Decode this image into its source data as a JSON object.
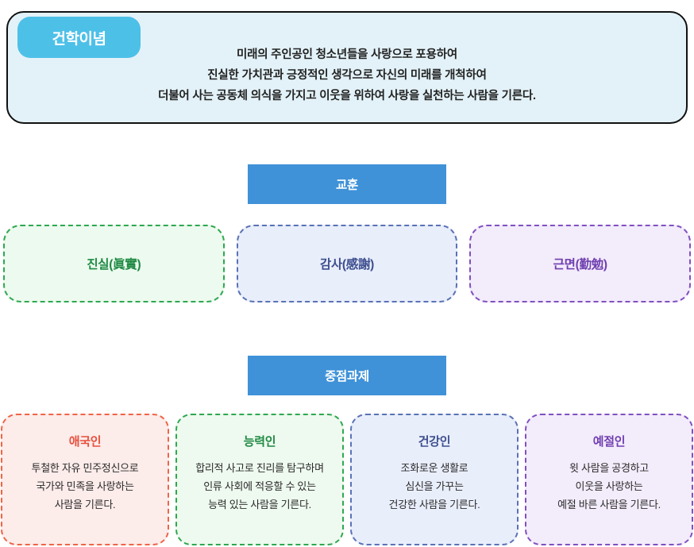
{
  "philosophy": {
    "badge_label": "건학이념",
    "lines": [
      "미래의 주인공인 청소년들을 사랑으로 포용하여",
      "진실한 가치관과 긍정적인 생각으로 자신의 미래를 개척하여",
      "더불어 사는 공동체 의식을 가지고 이웃을 위하여 사랑을 실천하는 사람을 기른다."
    ],
    "panel_bg": "#e3f2f8",
    "badge_bg": "#4dc0e8"
  },
  "motto": {
    "section_label": "교훈",
    "section_bg": "#3f92d8",
    "cards": [
      {
        "label": "진실(眞實)",
        "color": "#1f8a43",
        "border": "#2ea84f",
        "bg": "#edfaef"
      },
      {
        "label": "감사(感謝)",
        "color": "#3d4f8f",
        "border": "#5a72b5",
        "bg": "#e9eefb"
      },
      {
        "label": "근면(勤勉)",
        "color": "#6f3fb0",
        "border": "#8050c0",
        "bg": "#f3ecfb"
      }
    ]
  },
  "tasks": {
    "section_label": "중점과제",
    "section_bg": "#3f92d8",
    "cards": [
      {
        "title": "애국인",
        "color": "#e84f3d",
        "border": "#ef6447",
        "bg": "#fcecea",
        "lines": [
          "투철한 자유 민주정신으로",
          "국가와 민족을 사랑하는",
          "사람을 기른다."
        ]
      },
      {
        "title": "능력인",
        "color": "#1f8a43",
        "border": "#2ea84f",
        "bg": "#eef9ef",
        "lines": [
          "합리적 사고로 진리를 탐구하며",
          "인류 사회에 적응할 수 있는",
          "능력 있는 사람을 기른다."
        ]
      },
      {
        "title": "건강인",
        "color": "#3d4f8f",
        "border": "#5a72b5",
        "bg": "#e9eefb",
        "lines": [
          "조화로운 생활로",
          "심신을 가꾸는",
          "건강한 사람을 기른다."
        ]
      },
      {
        "title": "예절인",
        "color": "#6f3fb0",
        "border": "#8050c0",
        "bg": "#f3ecfb",
        "lines": [
          "윗 사람을 공경하고",
          "이웃을 사랑하는",
          "예절 바른 사람을 기른다."
        ]
      }
    ]
  }
}
